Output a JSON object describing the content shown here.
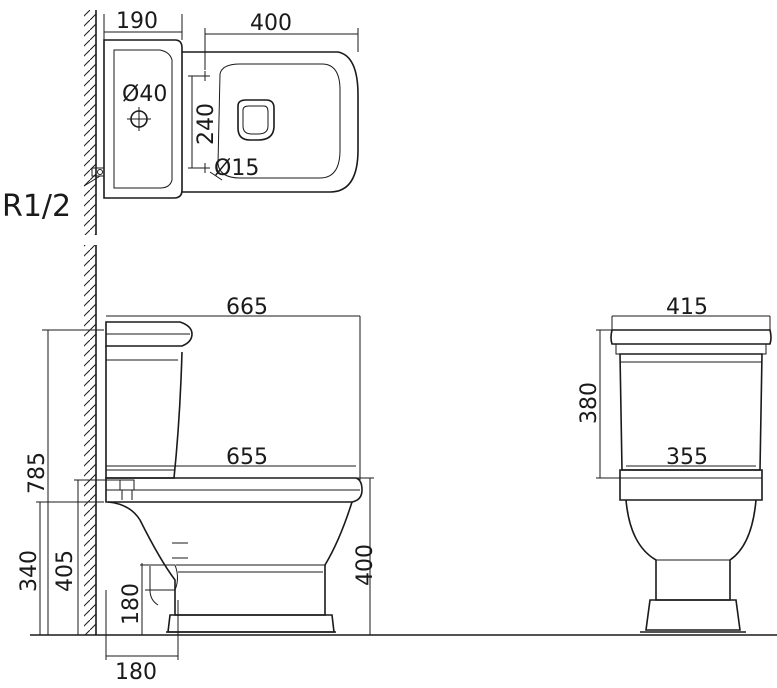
{
  "dimensions": {
    "top_wall_depth": "190",
    "top_length": "400",
    "drain_diameter": "Ø40",
    "fixing_spacing": "240",
    "fixing_diameter": "Ø15",
    "inlet_thread": "R1/2",
    "total_length": "665",
    "total_height": "785",
    "bowl_length": "655",
    "seat_height": "405",
    "inlet_height": "340",
    "rim_height": "400",
    "outlet_height": "180",
    "outlet_offset": "180",
    "tank_width": "415",
    "tank_height": "380",
    "bowl_width": "355"
  }
}
